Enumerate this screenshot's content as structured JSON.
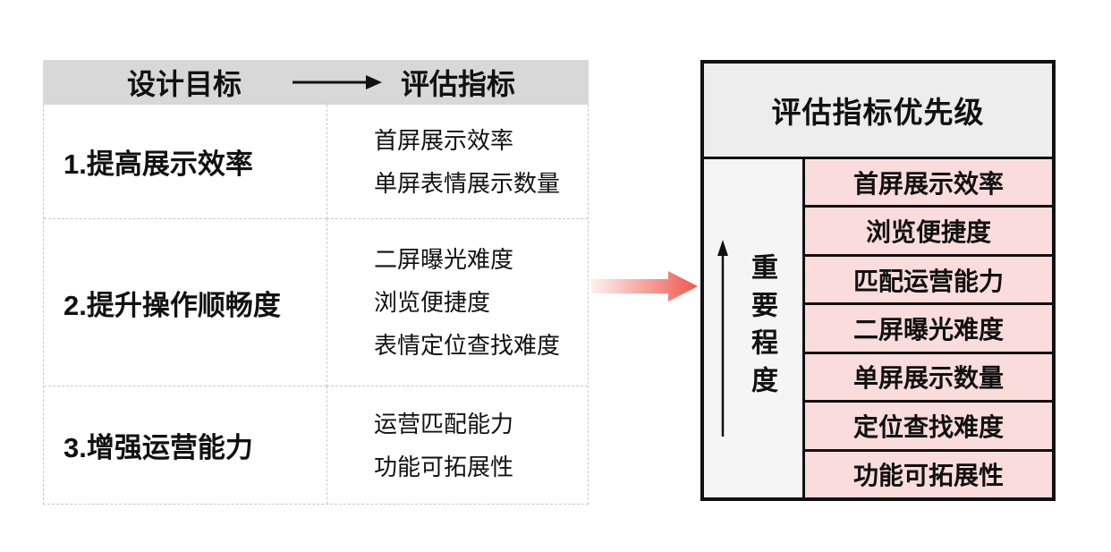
{
  "colors": {
    "table_header_bg": "#d8d8d8",
    "panel_title_bg": "#ededed",
    "axis_column_bg": "#f5f5f5",
    "priority_item_bg": "#fadcdc",
    "flow_arrow_start": "#fdf1ee",
    "flow_arrow_end": "#ee574e",
    "border_black": "#111111",
    "dashed_border": "#c9c9c9",
    "text": "#111111"
  },
  "left_table": {
    "header": {
      "goal_label": "设计目标",
      "metric_label": "评估指标"
    },
    "rows": [
      {
        "goal": "1.提高展示效率",
        "metrics": [
          "首屏展示效率",
          "单屏表情展示数量"
        ]
      },
      {
        "goal": "2.提升操作顺畅度",
        "metrics": [
          "二屏曝光难度",
          "浏览便捷度",
          "表情定位查找难度"
        ]
      },
      {
        "goal": "3.增强运营能力",
        "metrics": [
          "运营匹配能力",
          "功能可拓展性"
        ]
      }
    ]
  },
  "priority_panel": {
    "title": "评估指标优先级",
    "axis_label": "重要程度",
    "items": [
      "首屏展示效率",
      "浏览便捷度",
      "匹配运营能力",
      "二屏曝光难度",
      "单屏展示数量",
      "定位查找难度",
      "功能可拓展性"
    ]
  }
}
